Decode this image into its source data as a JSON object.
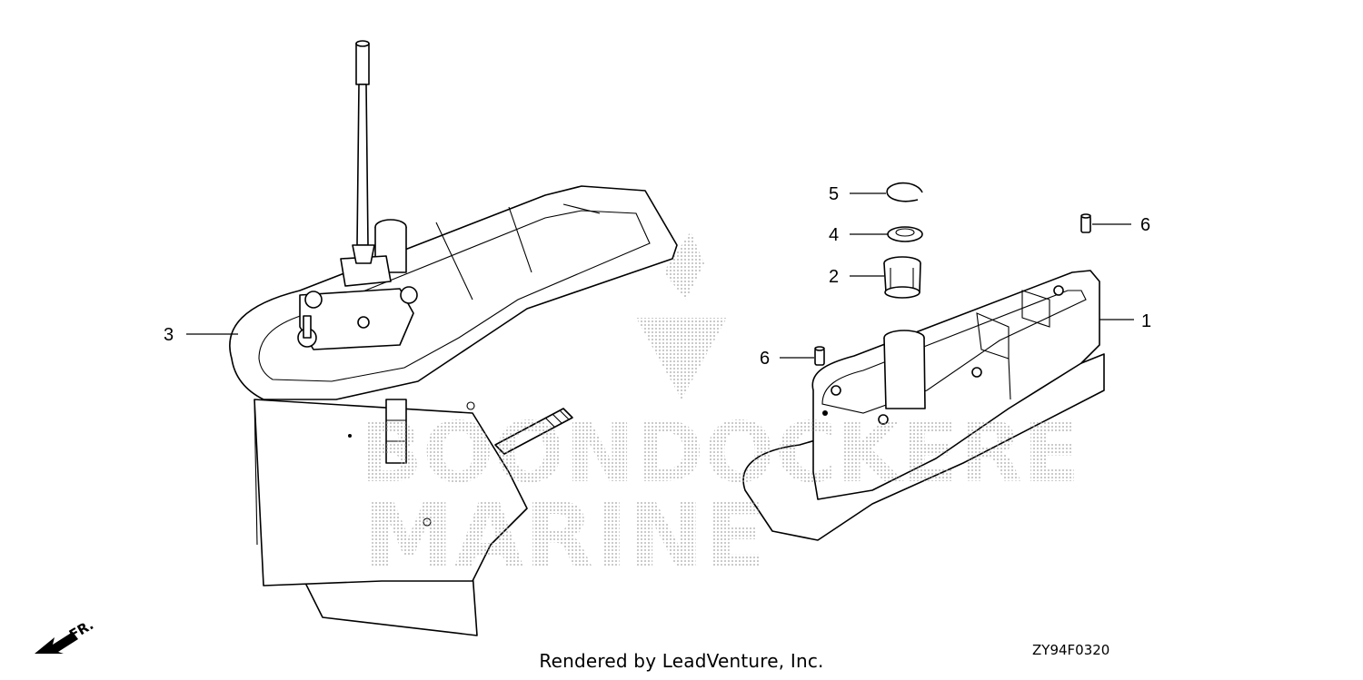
{
  "diagram": {
    "callouts": [
      {
        "id": "1",
        "label": "1"
      },
      {
        "id": "2",
        "label": "2"
      },
      {
        "id": "3",
        "label": "3"
      },
      {
        "id": "4",
        "label": "4"
      },
      {
        "id": "5",
        "label": "5"
      },
      {
        "id": "6a",
        "label": "6"
      },
      {
        "id": "6b",
        "label": "6"
      }
    ],
    "direction_label": "FR.",
    "diagram_code": "ZY94F0320",
    "credit": "Rendered by LeadVenture, Inc.",
    "watermark": {
      "line1": "BOONDOCKERE",
      "line2": "MARINE"
    }
  }
}
